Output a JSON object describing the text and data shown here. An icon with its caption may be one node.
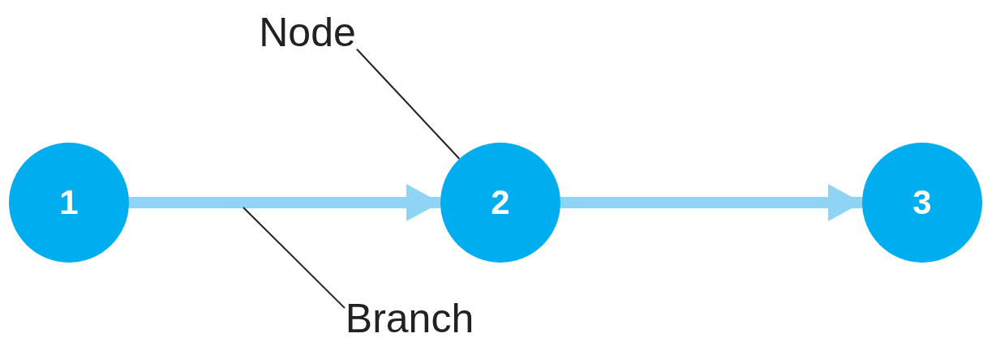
{
  "diagram": {
    "nodes": [
      {
        "text": [
          "1"
        ]
      },
      {
        "text": [
          "2"
        ]
      },
      {
        "text": [
          "3"
        ]
      },
      {
        "text": [
          "Node"
        ]
      },
      {
        "text": [
          "Branch"
        ]
      }
    ],
    "edges": [
      {
        "from": 0,
        "to": 1,
        "arrow": "to",
        "style": "thick",
        "color": "#8fd4f5"
      },
      {
        "from": 1,
        "to": 2,
        "arrow": "to",
        "style": "thick",
        "color": "#8fd4f5"
      },
      {
        "from": 3,
        "to": 1,
        "arrow": "none",
        "color": "#222222"
      },
      {
        "from": 4,
        "to": null,
        "arrow": "none",
        "color": "#222222"
      }
    ]
  }
}
